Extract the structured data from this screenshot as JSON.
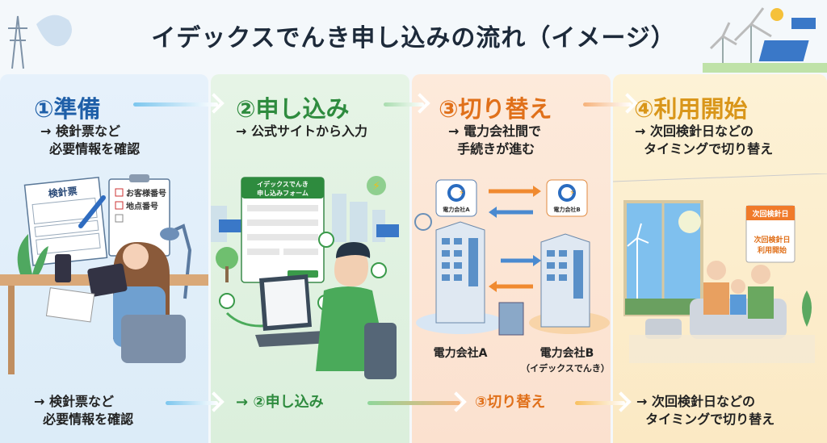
{
  "title": "イデックスでんき申し込みの流れ（イメージ）",
  "steps": [
    {
      "label": "①準備",
      "desc": "→ 検針票など\n  必要情報を確認",
      "color": "#1f5fa8"
    },
    {
      "label": "②申し込み",
      "desc": "→ 公式サイトから入力",
      "color": "#2e8b3e"
    },
    {
      "label": "③切り替え",
      "desc": "→ 電力会社間で\n  手続きが進む",
      "color": "#e0701a"
    },
    {
      "label": "④利用開始",
      "desc": "→ 次回検針日などの\n  タイミングで切り替え",
      "color": "#d9961a"
    }
  ],
  "illustrations": {
    "prep": {
      "doc_title": "検針票",
      "check1": "お客様番号",
      "check2": "地点番号"
    },
    "apply": {
      "form_title1": "イデックスでんき",
      "form_title2": "申し込みフォーム"
    },
    "switch": {
      "company_a_badge": "電力会社A",
      "company_b_badge": "電力会社B",
      "company_a": "電力会社A",
      "company_b": "電力会社B",
      "company_b_sub": "（イデックスでんき）"
    },
    "start": {
      "cal_header": "次回検針日",
      "cal_line1": "次回検針日",
      "cal_line2": "利用開始"
    }
  },
  "bottom": {
    "s1": "→ 検針票など\n  必要情報を確認",
    "s2": "→ ②申し込み",
    "s3": "③切り替え",
    "s4": "→ 次回検針日などの\n  タイミングで切り替え"
  }
}
